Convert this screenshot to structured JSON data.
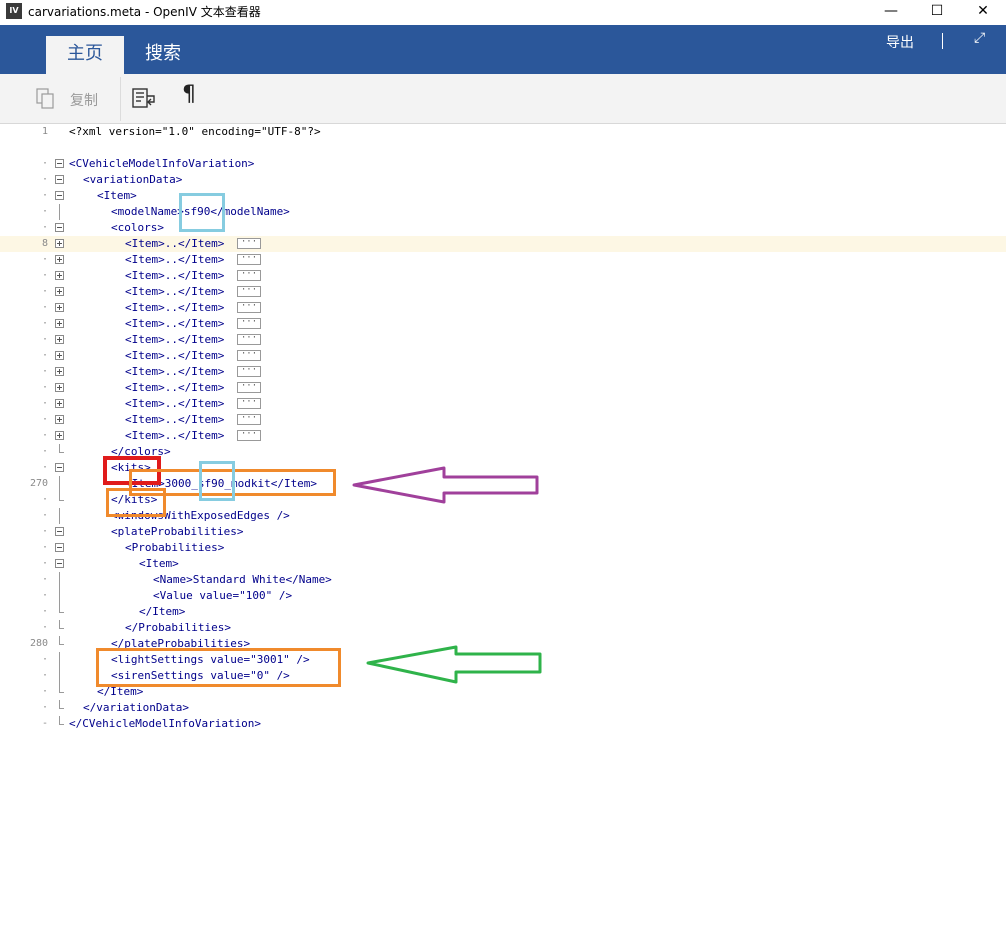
{
  "window": {
    "title": "carvariations.meta - OpenIV 文本查看器",
    "icon_label": "IV",
    "minimize": "—",
    "maximize": "☐",
    "close": "✕"
  },
  "ribbon": {
    "tabs": [
      "主页",
      "搜索"
    ],
    "export": "导出",
    "expand_icon": "⤢"
  },
  "toolbar": {
    "copy_label": "复制",
    "pilcrow": "¶"
  },
  "editor": {
    "line_numbers": {
      "l1": "1",
      "l8": "8",
      "l270": "270",
      "l280": "280"
    },
    "xml_decl": "<?xml version=\"1.0\" encoding=\"UTF-8\"?>",
    "root_open": "<CVehicleModelInfoVariation>",
    "variation_open": "<variationData>",
    "item_open": "<Item>",
    "modelname": "<modelName>sf90</modelName>",
    "colors_open": "<colors>",
    "collapsed_item": "<Item>..</Item>",
    "ellipsis": "···",
    "colors_close": "</colors>",
    "kits_open": "<kits>",
    "kit_item": "<Item>3000_sf90_modkit</Item>",
    "kits_close": "</kits>",
    "windows": "<windowsWithExposedEdges />",
    "plate_open": "<plateProbabilities>",
    "prob_open": "<Probabilities>",
    "prob_item_open": "<Item>",
    "name_line": "<Name>Standard White</Name>",
    "value_line": "<Value value=\"100\" />",
    "prob_item_close": "</Item>",
    "prob_close": "</Probabilities>",
    "plate_close": "</plateProbabilities>",
    "light": "<lightSettings value=\"3001\" />",
    "siren": "<sirenSettings value=\"0\" />",
    "item_close": "</Item>",
    "variation_close": "</variationData>",
    "root_close": "</CVehicleModelInfoVariation>"
  },
  "colors": {
    "ribbon_blue": "#2b579a",
    "annotation_orange": "#f08a2c",
    "annotation_red": "#e01b1b",
    "annotation_cyan": "#86cce0",
    "arrow_purple": "#a0409b",
    "arrow_green": "#2fb34a"
  }
}
